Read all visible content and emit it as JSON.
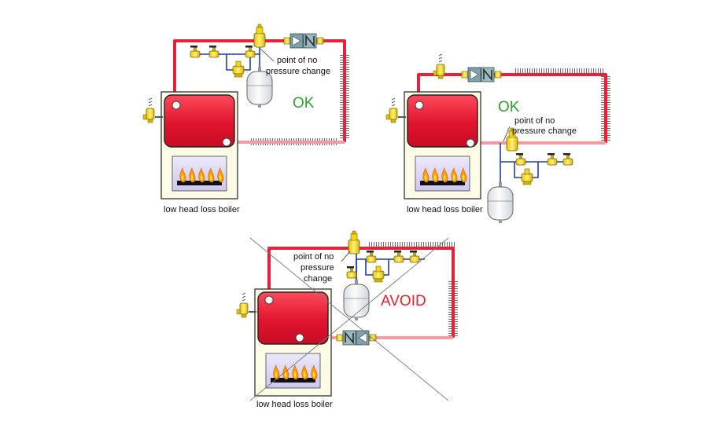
{
  "panels": [
    {
      "verdict": "OK",
      "boiler_caption": "low head loss boiler",
      "note_line1": "point of no",
      "note_line2": "pressure change"
    },
    {
      "verdict": "OK",
      "boiler_caption": "low head loss boiler",
      "note_line1": "point of no",
      "note_line2": "pressure change"
    },
    {
      "verdict": "AVOID",
      "boiler_caption": "low head loss boiler",
      "note_line1": "point of no",
      "note_line2": "pressure",
      "note_line3": "change"
    }
  ],
  "colors": {
    "supply_pipe": "#e8203a",
    "return_pipe": "#f59aa2",
    "cold_water_pipe": "#1f3ea8",
    "boiler_cabinet": "#fbfbe6",
    "heat_exchanger": "#e0142e",
    "combustion_chamber": "#dcd8f6",
    "flame": "#ff9a00",
    "valve_brass": "#f2d21a",
    "expansion_tank": "#e9eef2",
    "ok_text": "#2aa52a",
    "avoid_text": "#e8202a",
    "cross_out_lines": "#777777"
  },
  "icons": [
    "pressure-relief-valve-icon",
    "air-separator-icon",
    "circulator-pump-icon",
    "isolation-valve-icon",
    "pressure-reducing-valve-icon",
    "expansion-tank-icon",
    "baseboard-fin-tube-icon",
    "burner-flame-icon"
  ]
}
